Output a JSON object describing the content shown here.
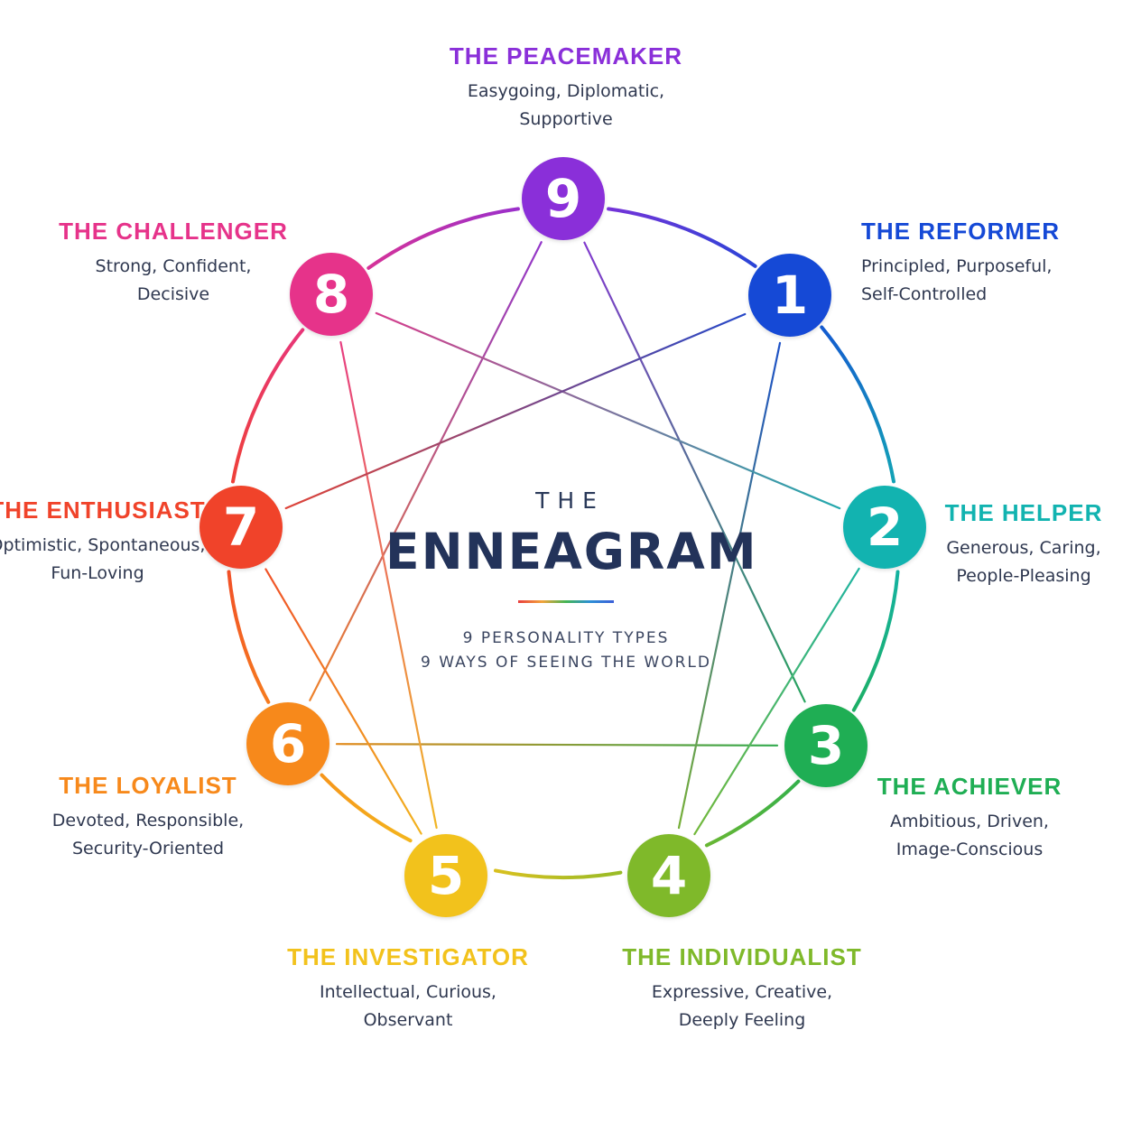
{
  "center": {
    "the": "THE",
    "title": "ENNEAGRAM",
    "line1": "9 PERSONALITY TYPES",
    "line2": "9 WAYS OF SEEING THE WORLD"
  },
  "types": [
    {
      "num": "1",
      "name": "THE REFORMER",
      "traits1": "Principled, Purposeful,",
      "traits2": "Self-Controlled",
      "color": "#1549d6"
    },
    {
      "num": "2",
      "name": "THE HELPER",
      "traits1": "Generous, Caring,",
      "traits2": "People-Pleasing",
      "color": "#12b3b0"
    },
    {
      "num": "3",
      "name": "THE ACHIEVER",
      "traits1": "Ambitious, Driven,",
      "traits2": "Image-Conscious",
      "color": "#1fae54"
    },
    {
      "num": "4",
      "name": "THE INDIVIDUALIST",
      "traits1": "Expressive, Creative,",
      "traits2": "Deeply Feeling",
      "color": "#7fb92a"
    },
    {
      "num": "5",
      "name": "THE INVESTIGATOR",
      "traits1": "Intellectual, Curious,",
      "traits2": "Observant",
      "color": "#f2c21c"
    },
    {
      "num": "6",
      "name": "THE LOYALIST",
      "traits1": "Devoted, Responsible,",
      "traits2": "Security-Oriented",
      "color": "#f7891b"
    },
    {
      "num": "7",
      "name": "THE ENTHUSIAST",
      "traits1": "Optimistic, Spontaneous,",
      "traits2": "Fun-Loving",
      "color": "#f0432a"
    },
    {
      "num": "8",
      "name": "THE CHALLENGER",
      "traits1": "Strong, Confident,",
      "traits2": "Decisive",
      "color": "#e6338a"
    },
    {
      "num": "9",
      "name": "THE PEACEMAKER",
      "traits1": "Easygoing, Diplomatic,",
      "traits2": "Supportive",
      "color": "#8a2fd9"
    }
  ]
}
